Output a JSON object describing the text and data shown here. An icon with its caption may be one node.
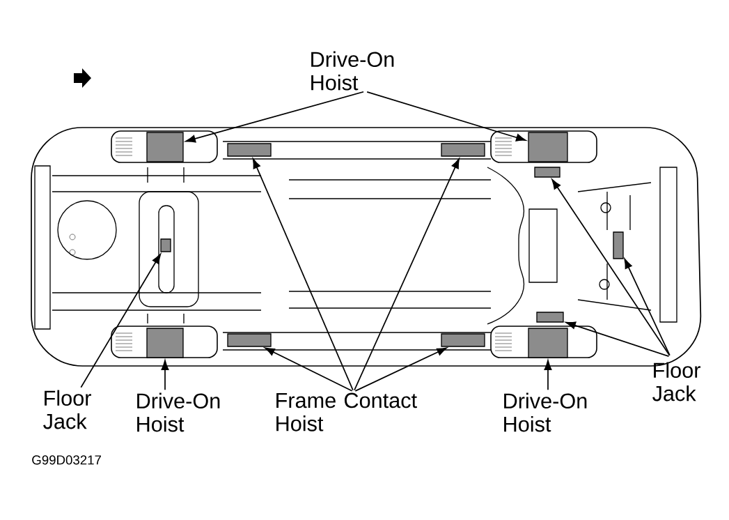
{
  "diagram": {
    "nodes": [
      {
        "text": [
          "Drive-On Hoist"
        ]
      },
      {
        "text": [],
        "shape": "box"
      },
      {
        "text": [],
        "shape": "box"
      },
      {
        "text": [],
        "shape": "box"
      },
      {
        "text": [],
        "shape": "box"
      },
      {
        "text": [],
        "shape": "box"
      },
      {
        "text": [],
        "shape": "box"
      },
      {
        "text": [],
        "shape": "box"
      },
      {
        "text": [],
        "shape": "box"
      },
      {
        "text": [],
        "shape": "box"
      },
      {
        "text": [],
        "shape": "box"
      },
      {
        "text": [],
        "shape": "box"
      },
      {
        "text": [],
        "shape": "box"
      },
      {
        "text": [
          "Floor Jack"
        ]
      },
      {
        "text": [
          "Drive-On Hoist"
        ]
      },
      {
        "text": [
          "Frame Contact Hoist"
        ]
      },
      {
        "text": [
          "Drive-On Hoist"
        ]
      },
      {
        "text": [
          "Floor Jack"
        ]
      }
    ],
    "edges": [
      {
        "from": 0,
        "to": 1,
        "arrow": "to"
      },
      {
        "from": 0,
        "to": 4,
        "arrow": "to"
      },
      {
        "from": 15,
        "to": 2,
        "arrow": "to"
      },
      {
        "from": 15,
        "to": 3,
        "arrow": "to"
      },
      {
        "from": 15,
        "to": 10,
        "arrow": "to"
      },
      {
        "from": 15,
        "to": 11,
        "arrow": "to"
      },
      {
        "from": 13,
        "to": 6,
        "arrow": "to"
      },
      {
        "from": 14,
        "to": 9,
        "arrow": "to"
      },
      {
        "from": 16,
        "to": 12,
        "arrow": "to"
      },
      {
        "from": 17,
        "to": 5,
        "arrow": "to"
      },
      {
        "from": 17,
        "to": 7,
        "arrow": "to"
      },
      {
        "from": 17,
        "to": 8,
        "arrow": "to"
      }
    ],
    "labels": [
      "G99D03217"
    ]
  }
}
